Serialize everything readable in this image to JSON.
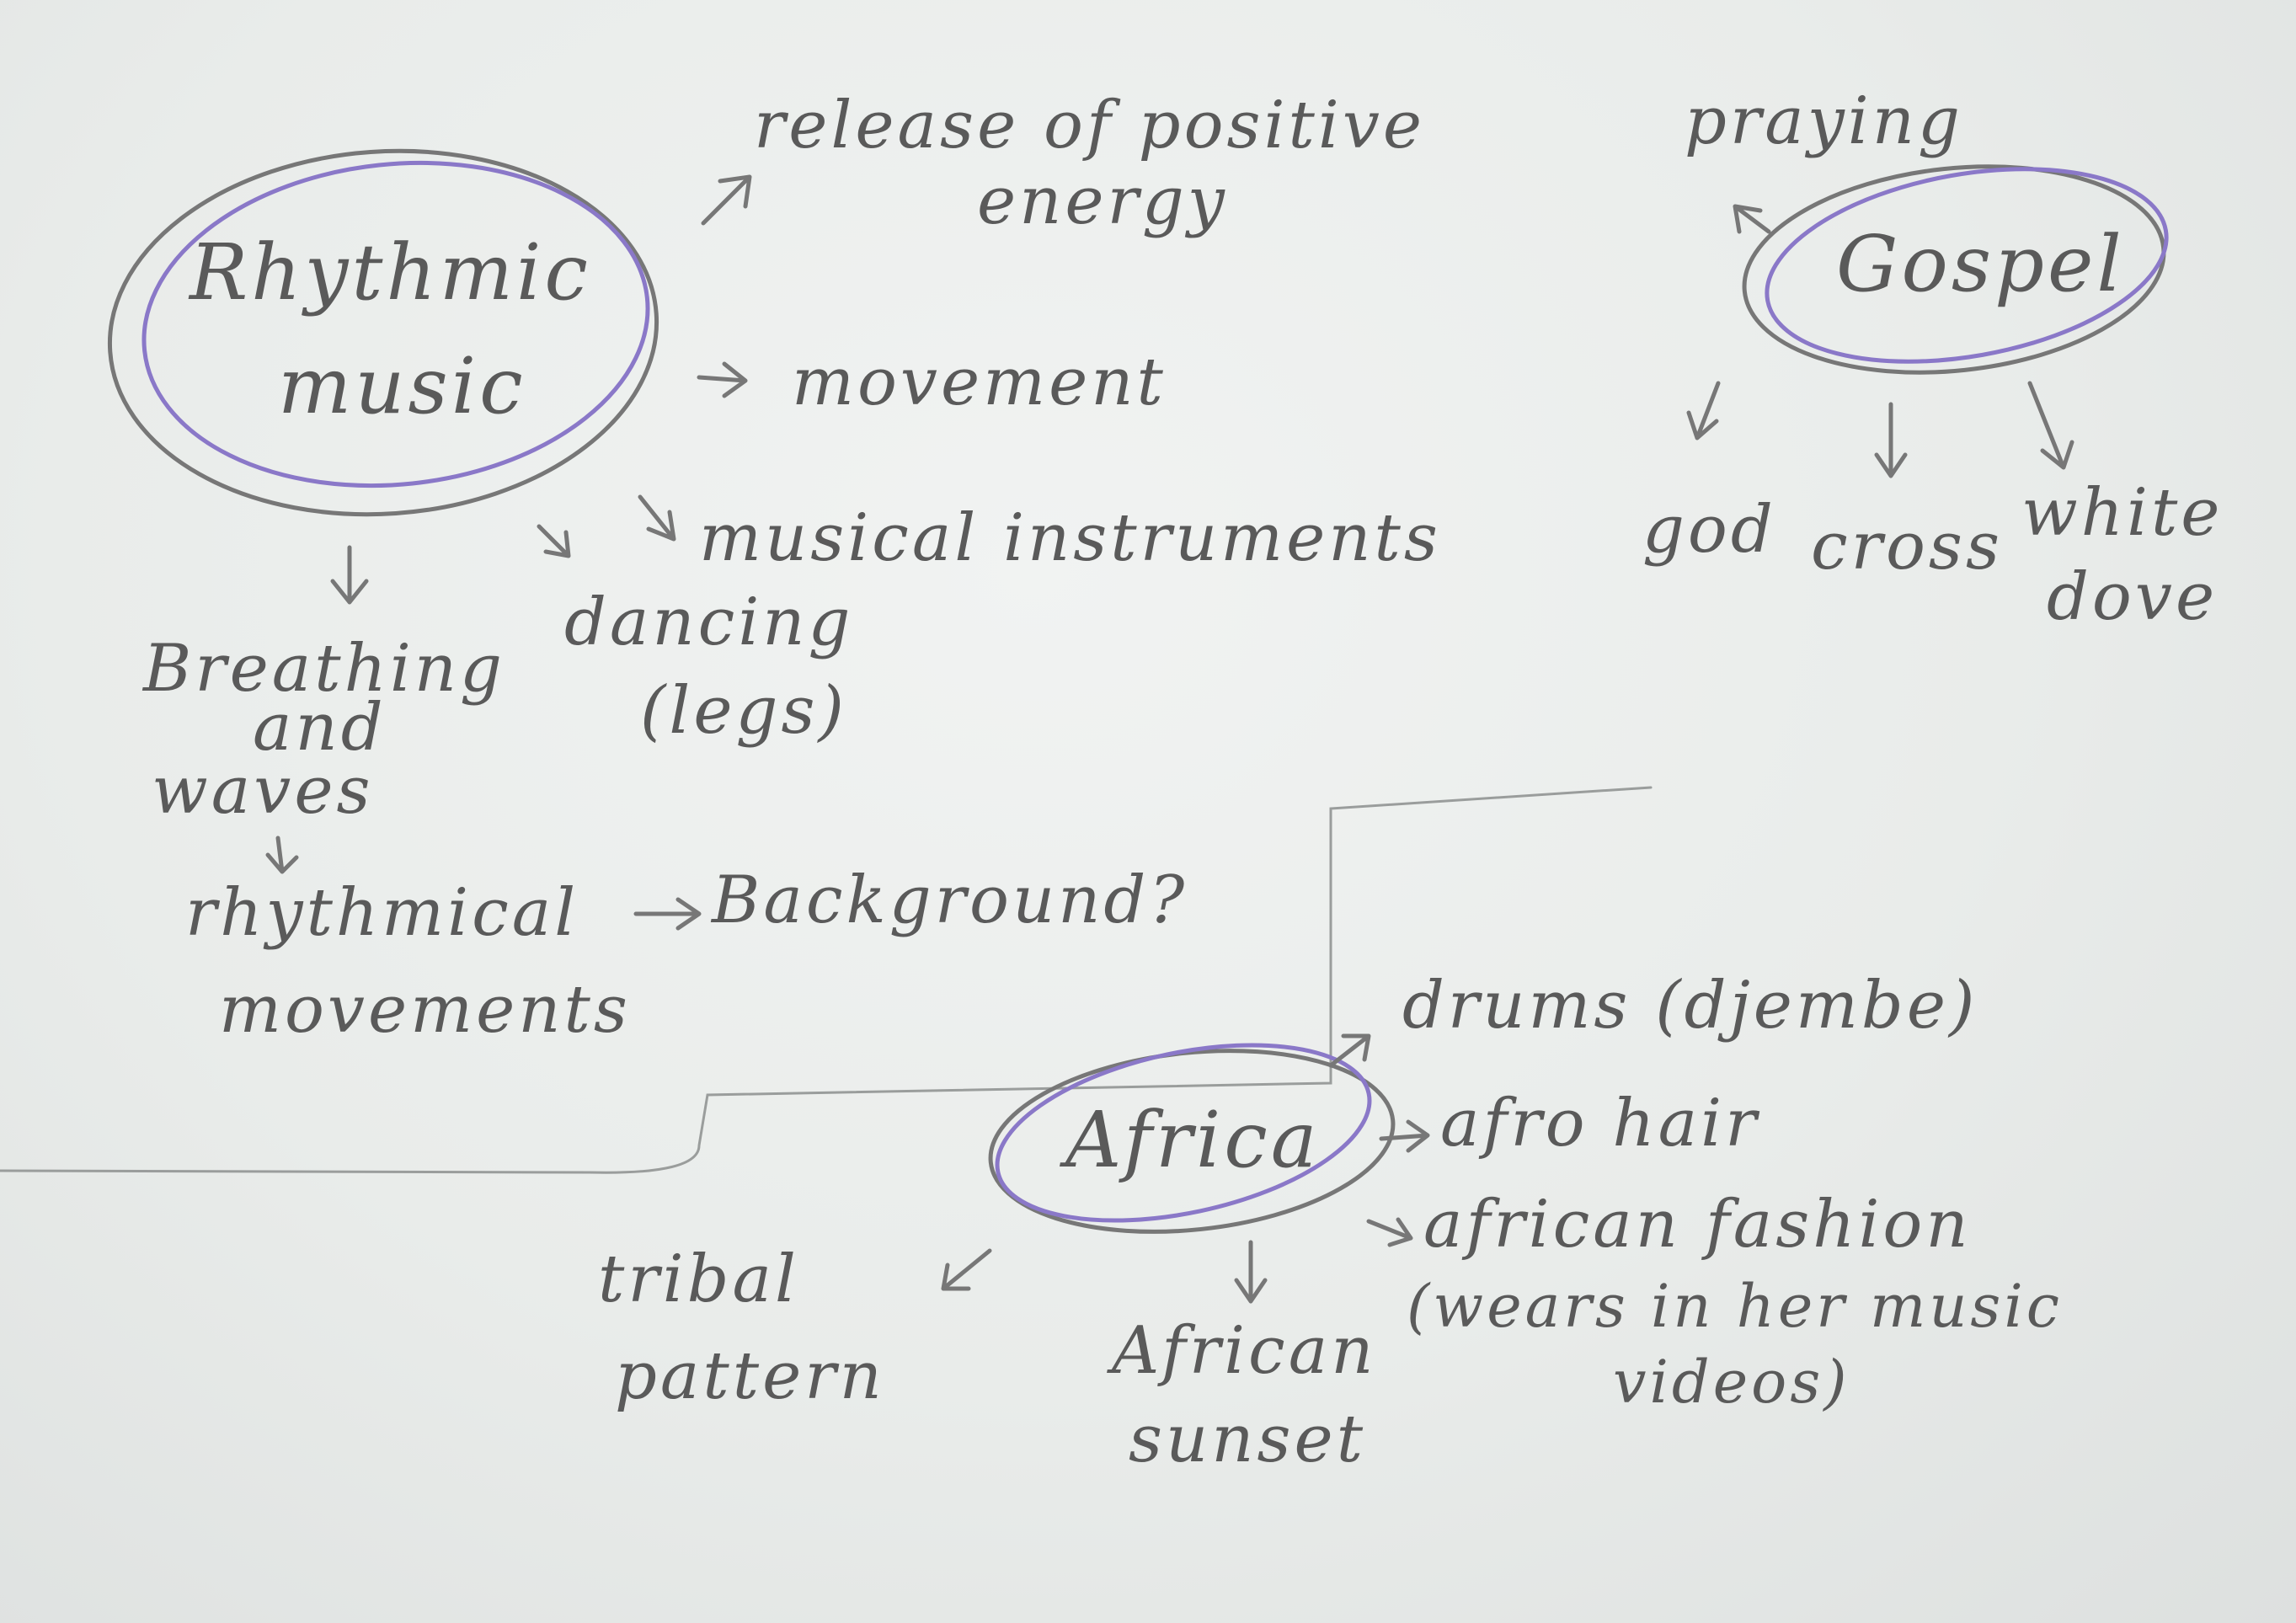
{
  "rhythmic_music": {
    "title_line1": "Rhythmic",
    "title_line2": "music",
    "release": "release of positive",
    "energy": "energy",
    "movement": "movement",
    "instruments": "musical instruments",
    "dancing": "dancing",
    "legs": "(legs)",
    "breathing1": "Breathing",
    "breathing2": "and",
    "breathing3": "waves",
    "rhythmical1": "rhythmical",
    "rhythmical2": "movements",
    "background": "Background?"
  },
  "gospel": {
    "title": "Gospel",
    "praying": "praying",
    "god": "god",
    "cross": "cross",
    "dove1": "white",
    "dove2": "dove"
  },
  "africa": {
    "title": "Africa",
    "drums": "drums (djembe)",
    "hair": "afro hair",
    "fashion1": "african fashion",
    "fashion2": "(wears in her music",
    "fashion3": "videos)",
    "tribal1": "tribal",
    "tribal2": "pattern",
    "sunset1": "African",
    "sunset2": "sunset"
  },
  "colors": {
    "pencil": "#5a5a5a",
    "violet": "#8a78c8",
    "paper": "#eceeed"
  }
}
